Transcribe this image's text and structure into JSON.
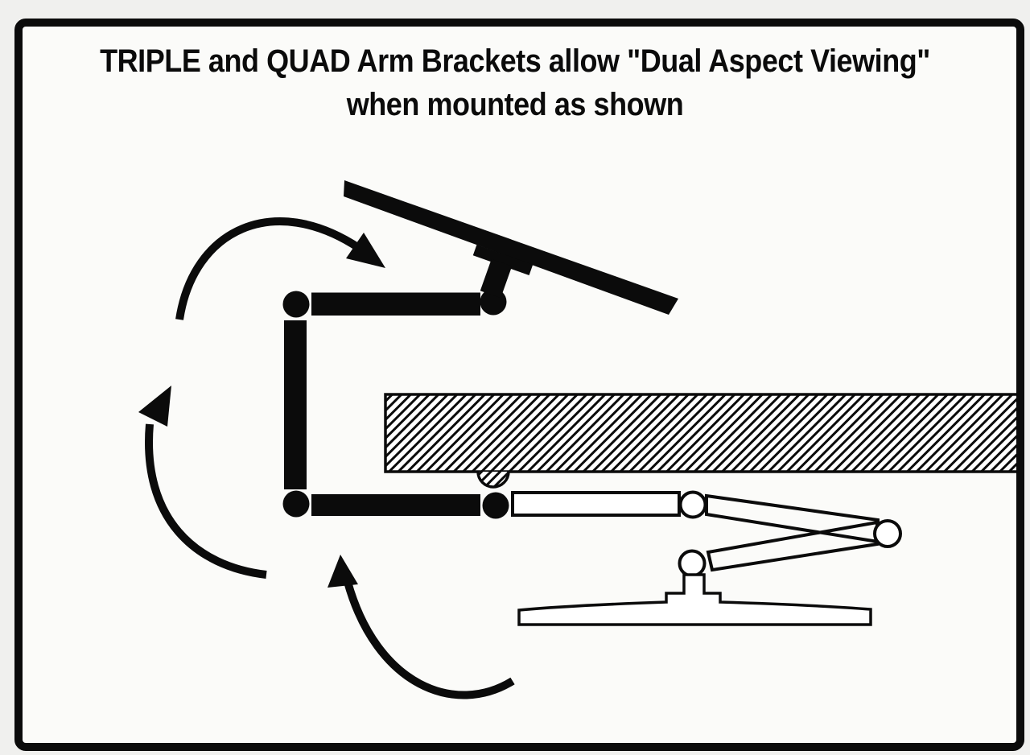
{
  "figure": {
    "title_line1": "TRIPLE and QUAD Arm Brackets allow \"Dual Aspect Viewing\"",
    "title_line2": "when mounted as shown"
  },
  "colors": {
    "ink": "#0b0b0b",
    "paper_outer": "#f0f0ee",
    "paper_inner": "#fbfbf9",
    "line_fill": "#ffffff"
  },
  "diagram": {
    "type": "technical-illustration",
    "components": [
      {
        "name": "desk-shelf",
        "style": "hatched-cross-section"
      },
      {
        "name": "shelf-clamp-mount",
        "style": "hatched-semicircle"
      },
      {
        "name": "arm-solid-position",
        "style": "solid-black",
        "links": 3,
        "joints": 4
      },
      {
        "name": "monitor-tilted-above-shelf",
        "style": "solid-black"
      },
      {
        "name": "arm-folded-position",
        "style": "white-outline",
        "links": 3,
        "joints": 3
      },
      {
        "name": "monitor-flat-below-shelf",
        "style": "white-outline"
      },
      {
        "name": "rotation-arrow-top",
        "points": "down-right"
      },
      {
        "name": "rotation-arrow-left",
        "points": "up"
      },
      {
        "name": "rotation-arrow-bottom",
        "points": "up"
      }
    ]
  }
}
